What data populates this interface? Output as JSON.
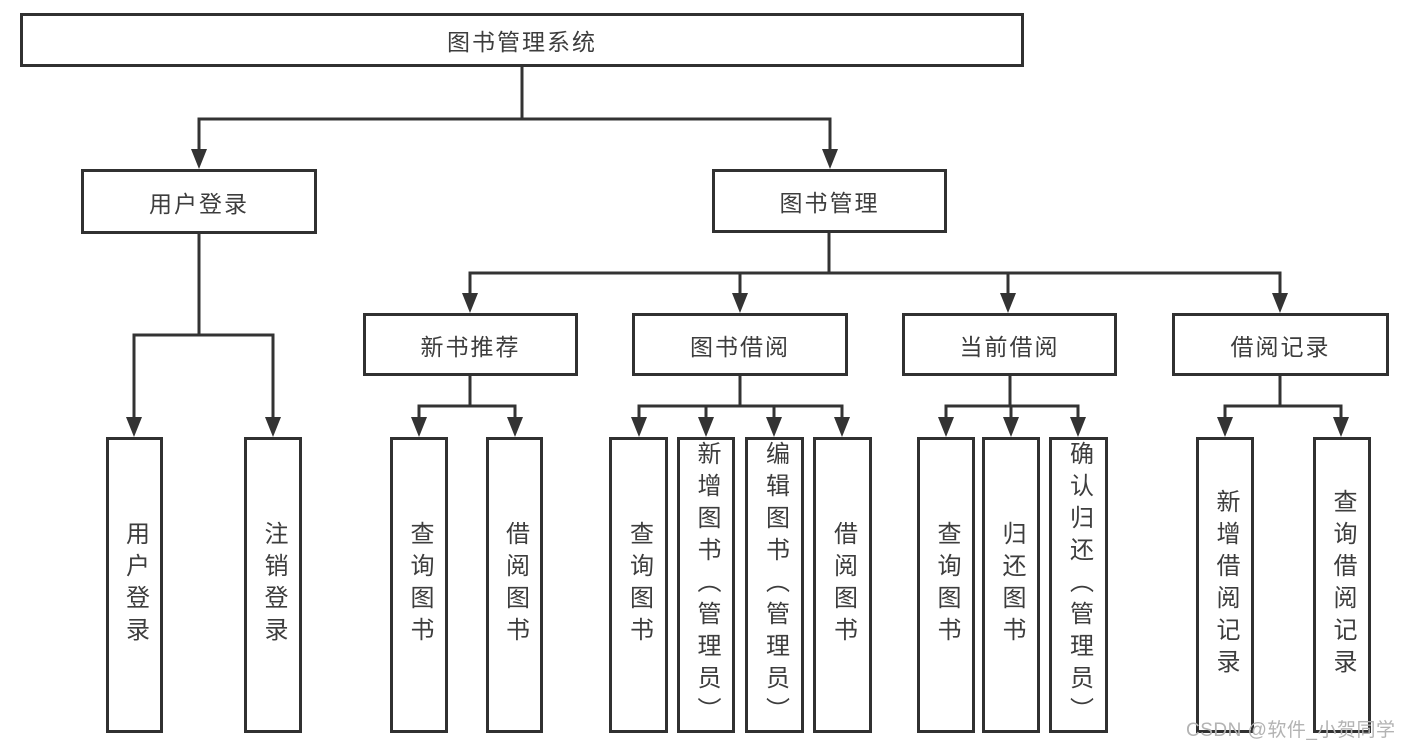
{
  "nodes": {
    "root": "图书管理系统",
    "userLogin": "用户登录",
    "bookMgmt": "图书管理",
    "newBookRec": "新书推荐",
    "bookBorrow": "图书借阅",
    "currentBorrow": "当前借阅",
    "borrowRecords": "借阅记录",
    "leafUserLogin": "用户登录",
    "leafLogout": "注销登录",
    "leafQueryBooks1": "查询图书",
    "leafBorrowBooks1": "借阅图书",
    "leafQueryBooks2": "查询图书",
    "leafAddBooksAdmin": "新增图书（管理员）",
    "leafEditBooksAdmin": "编辑图书（管理员）",
    "leafBorrowBooks2": "借阅图书",
    "leafQueryBooks3": "查询图书",
    "leafReturnBooks": "归还图书",
    "leafConfirmReturnAdmin": "确认归还（管理员）",
    "leafAddBorrowRecord": "新增借阅记录",
    "leafQueryBorrowRecord": "查询借阅记录"
  },
  "tree": {
    "图书管理系统": {
      "用户登录": [
        "用户登录",
        "注销登录"
      ],
      "图书管理": {
        "新书推荐": [
          "查询图书",
          "借阅图书"
        ],
        "图书借阅": [
          "查询图书",
          "新增图书（管理员）",
          "编辑图书（管理员）",
          "借阅图书"
        ],
        "当前借阅": [
          "查询图书",
          "归还图书",
          "确认归还（管理员）"
        ],
        "借阅记录": [
          "新增借阅记录",
          "查询借阅记录"
        ]
      }
    }
  },
  "watermark": "CSDN @软件_小贺同学",
  "colors": {
    "line": "#333333",
    "box_border": "#313131",
    "text": "#3d3d3d",
    "background": "#ffffff",
    "watermark": "#b3b3b3"
  }
}
